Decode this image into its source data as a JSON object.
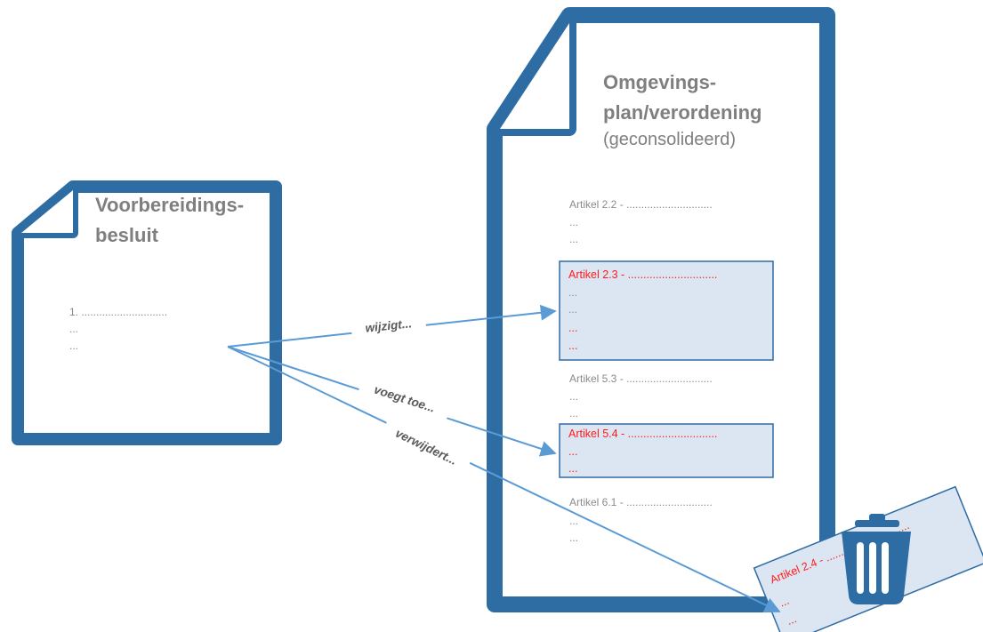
{
  "source_doc": {
    "title_line1": "Voorbereidings-",
    "title_line2": "besluit",
    "lines": [
      "1. .............................",
      "...",
      "..."
    ]
  },
  "target_doc": {
    "title_line1": "Omgevings-",
    "title_line2": "plan/verordening",
    "subtitle": "(geconsolideerd)",
    "article_22": [
      "Artikel 2.2 - .............................",
      "...",
      "..."
    ],
    "article_23": {
      "heading": "Artikel 2.3 - .............................",
      "grey_lines": [
        "...",
        "..."
      ],
      "red_lines": [
        "...",
        "..."
      ]
    },
    "article_53": [
      "Artikel 5.3 - .............................",
      "...",
      "..."
    ],
    "article_54": {
      "heading": "Artikel 5.4 - .............................",
      "red_lines": [
        "...",
        "..."
      ]
    },
    "article_61": [
      "Artikel 6.1 - .............................",
      "...",
      "..."
    ]
  },
  "removed_article": {
    "heading": "Artikel 2.4 - .............................",
    "red_lines": [
      "...",
      "..."
    ]
  },
  "arrows": {
    "modifies": "wijzigt...",
    "adds": "voegt toe...",
    "removes": "verwijdert..."
  },
  "colors": {
    "document_border": "#2e6ca4",
    "highlight_fill": "#dce6f2",
    "arrow": "#5b9bd5",
    "grey_text": "#7f7f7f",
    "red_text": "#ff0000"
  },
  "icons": [
    "document-icon",
    "trash-icon"
  ]
}
